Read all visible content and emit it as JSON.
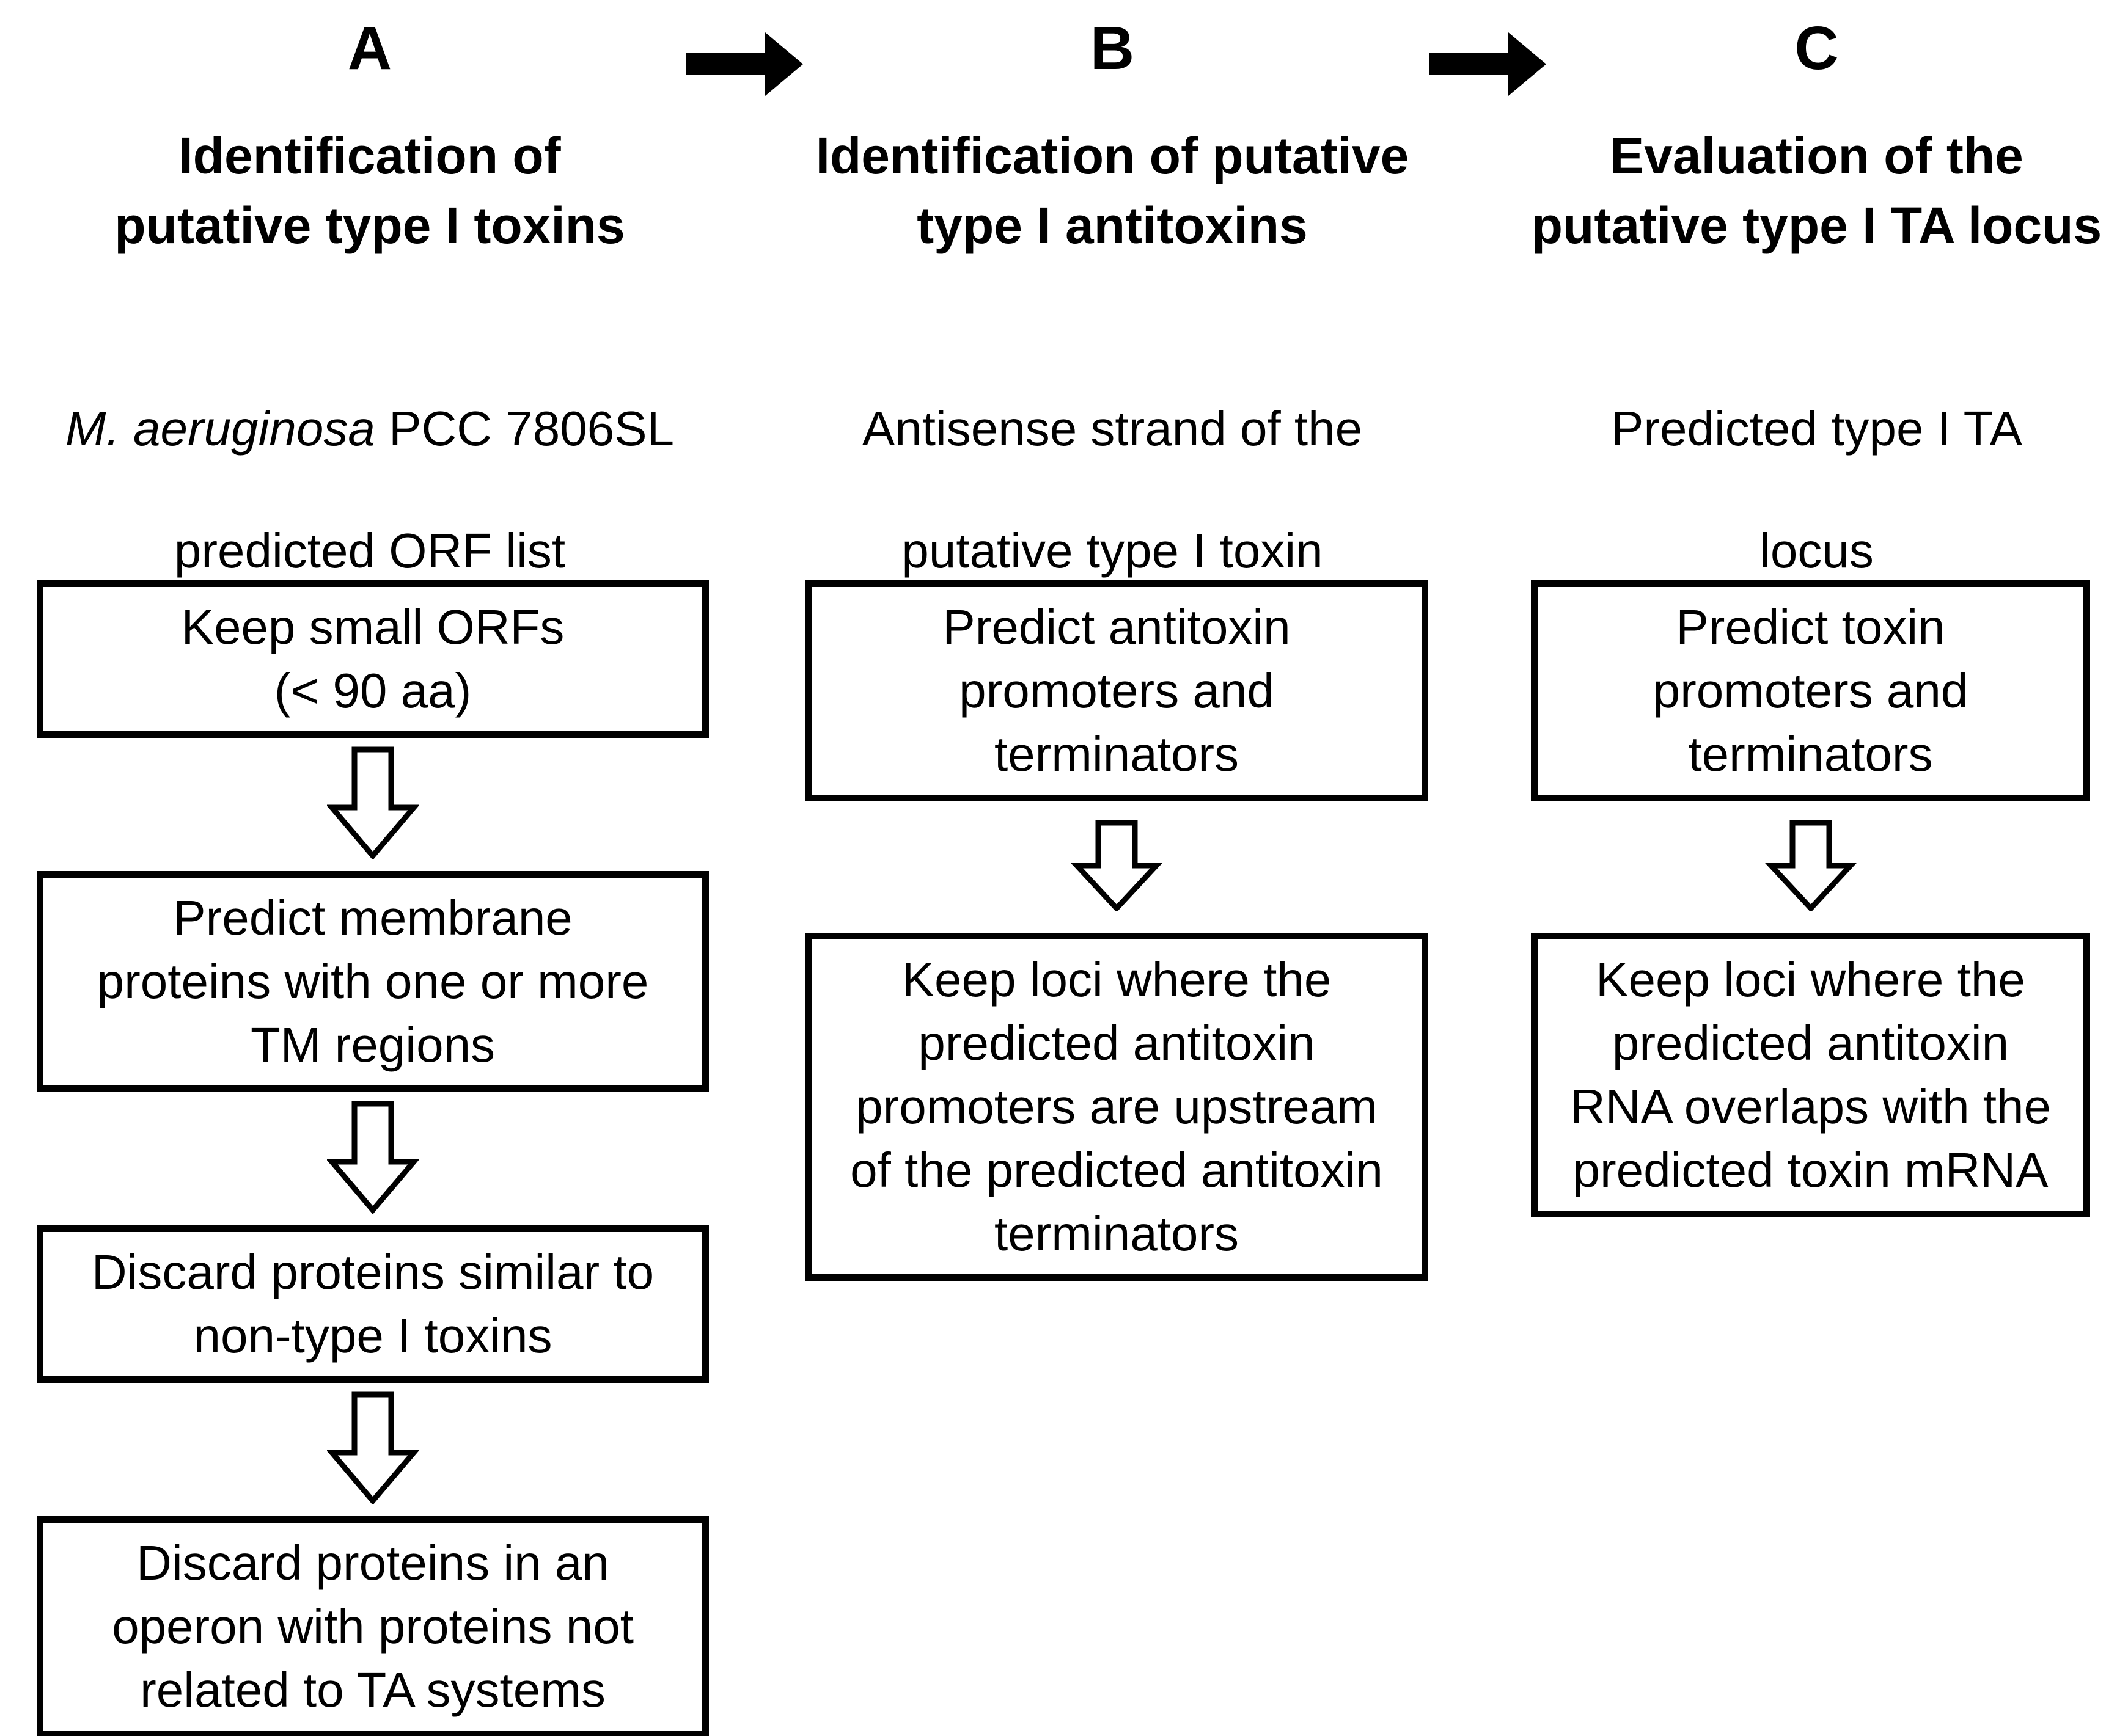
{
  "figure": {
    "background_color": "#ffffff",
    "ink_color": "#000000",
    "icons": {
      "between_panels": "arrow-right-icon",
      "between_steps": "arrow-down-icon"
    }
  },
  "columns": [
    {
      "letter": "A",
      "title": "Identification of\nputative type I toxins",
      "subtitle": {
        "italic": "M. aeruginosa",
        "rest": " PCC 7806SL",
        "line2": "predicted ORF list"
      },
      "boxes": [
        "Keep small ORFs\n(< 90 aa)",
        "Predict membrane\nproteins with one or more\nTM regions",
        "Discard proteins similar to\nnon-type I toxins",
        "Discard proteins in an\noperon with proteins not\nrelated to TA systems"
      ]
    },
    {
      "letter": "B",
      "title": "Identification of putative\ntype I antitoxins",
      "subtitle": {
        "line1": "Antisense strand of the",
        "line2": "putative type I toxin"
      },
      "boxes": [
        "Predict antitoxin\npromoters and\nterminators",
        "Keep loci where the\npredicted antitoxin\npromoters are upstream\nof the predicted antitoxin\nterminators"
      ]
    },
    {
      "letter": "C",
      "title": "Evaluation of the\nputative type I TA locus",
      "subtitle": {
        "line1": "Predicted type I TA",
        "line2": "locus"
      },
      "boxes": [
        "Predict toxin\npromoters and\nterminators",
        "Keep loci where the\npredicted antitoxin\nRNA overlaps with the\npredicted toxin mRNA"
      ]
    }
  ]
}
